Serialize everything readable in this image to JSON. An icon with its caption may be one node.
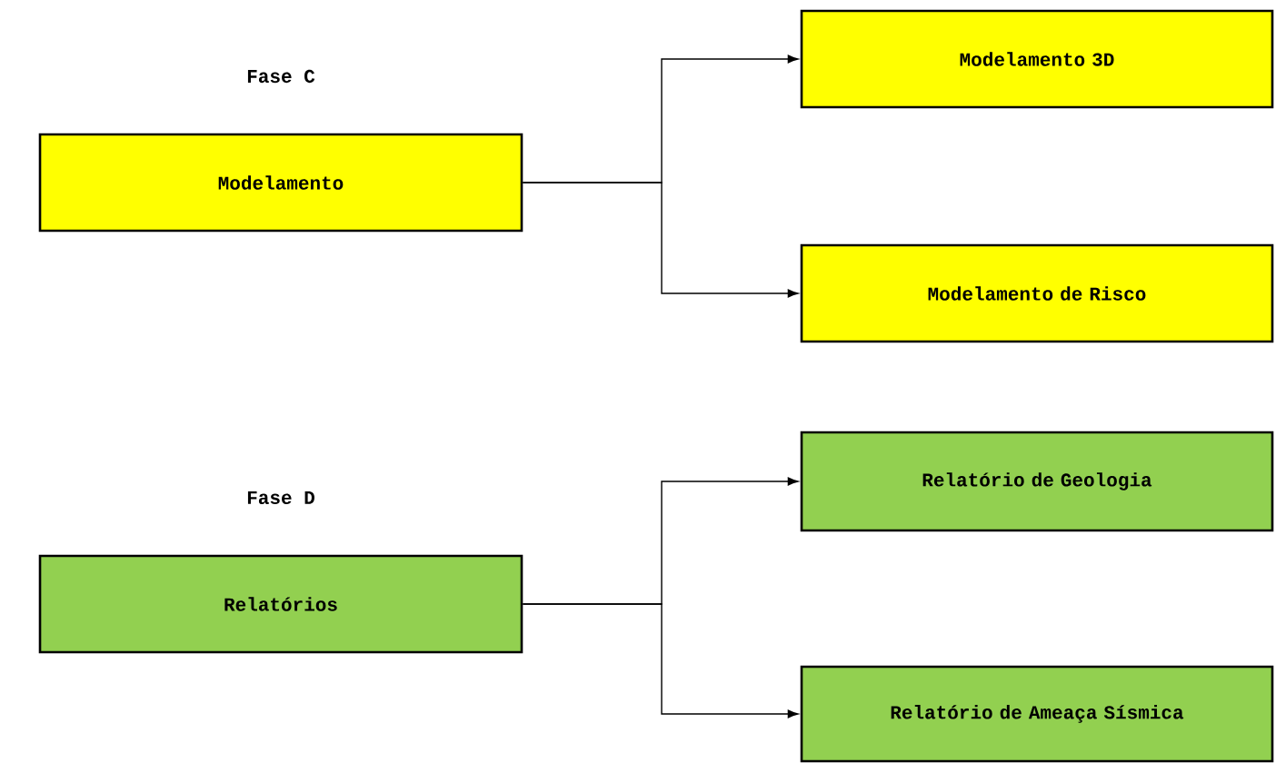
{
  "diagram": {
    "nodes": [
      {
        "text": [
          "Fase C",
          "Modelamento"
        ]
      },
      {
        "text": [
          "Modelamento 3D"
        ]
      },
      {
        "text": [
          "Modelamento de Risco"
        ]
      },
      {
        "text": [
          "Fase D",
          "Relatórios"
        ]
      },
      {
        "text": [
          "Relatório de Geologia"
        ]
      },
      {
        "text": [
          "Relatório de Ameaça Sísmica"
        ]
      }
    ],
    "edges": [
      {
        "from": 0,
        "to": 1,
        "arrow": "to"
      },
      {
        "from": 0,
        "to": 2,
        "arrow": "to"
      },
      {
        "from": 3,
        "to": 4,
        "arrow": "to"
      },
      {
        "from": 3,
        "to": 5,
        "arrow": "to"
      }
    ]
  }
}
